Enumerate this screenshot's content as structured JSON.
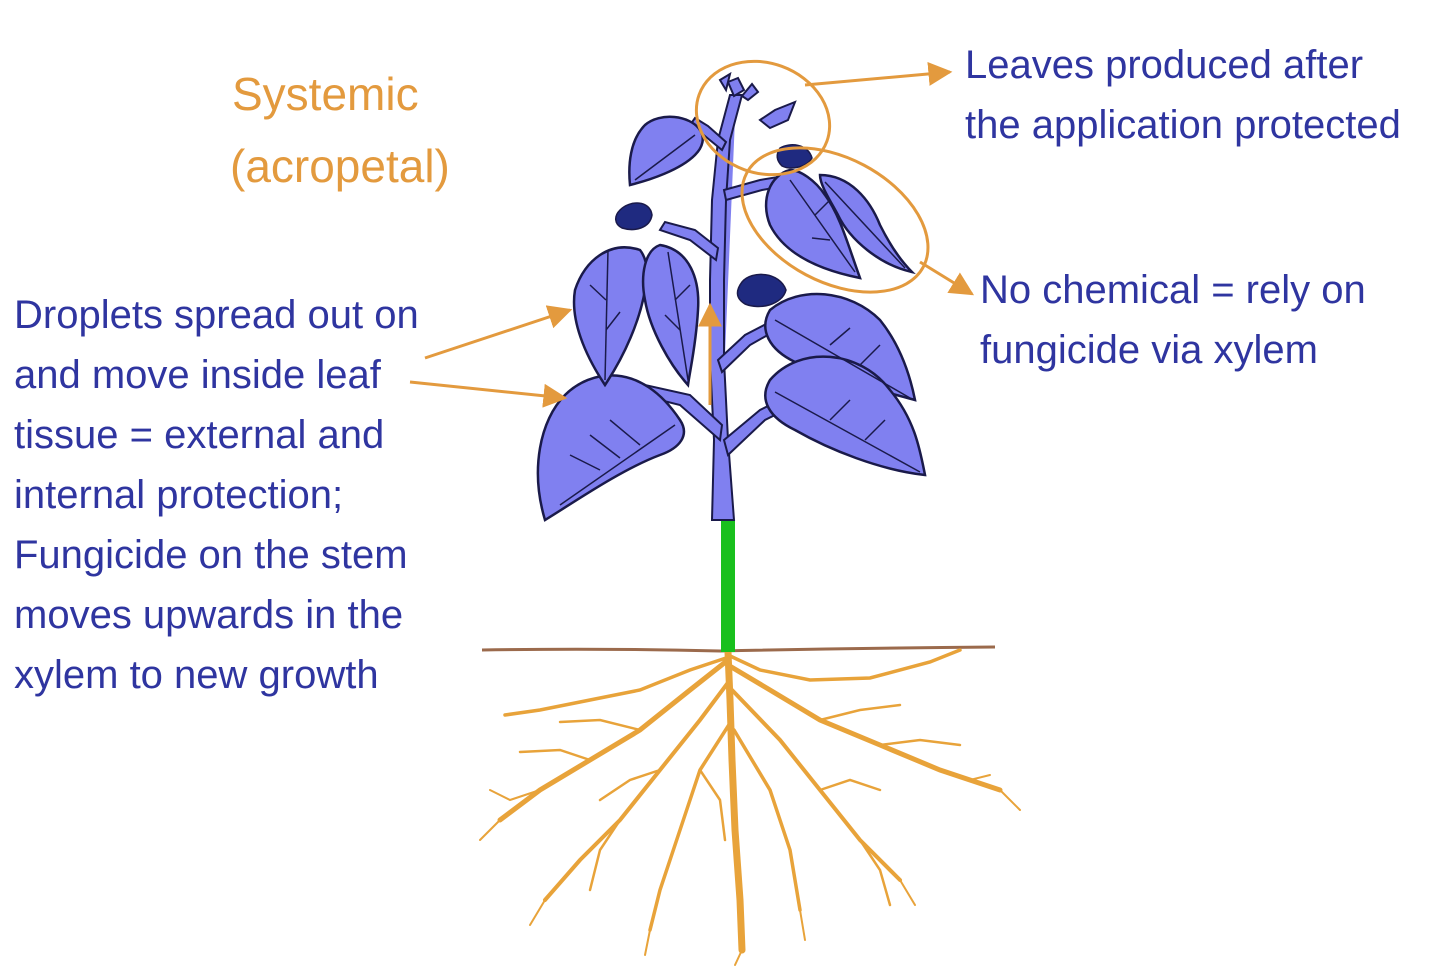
{
  "diagram": {
    "title_lines": [
      "Systemic",
      "(acropetal)"
    ],
    "annotation_left_lines": [
      "Droplets spread out on",
      "and move inside leaf",
      "tissue = external and",
      "internal protection;",
      "Fungicide on the stem",
      "moves upwards in the",
      "xylem to new growth"
    ],
    "annotation_top_lines": [
      "Leaves produced after",
      "the application protected"
    ],
    "annotation_mid_lines": [
      "No chemical = rely on",
      "fungicide via xylem"
    ]
  },
  "colors": {
    "title": "#e39a3e",
    "annotation_text": "#2f35a0",
    "leaf_fill": "#8080f0",
    "leaf_outline": "#1a1a4a",
    "dark_leaf": "#1f2a80",
    "stem_green": "#19c01d",
    "roots": "#e8a33a",
    "soil_line": "#9b6a4c",
    "arrow": "#e39a3e"
  },
  "icons": {
    "plant": "plant-illustration-icon",
    "arrow": "arrow-icon",
    "highlight": "ellipse-highlight-icon"
  }
}
